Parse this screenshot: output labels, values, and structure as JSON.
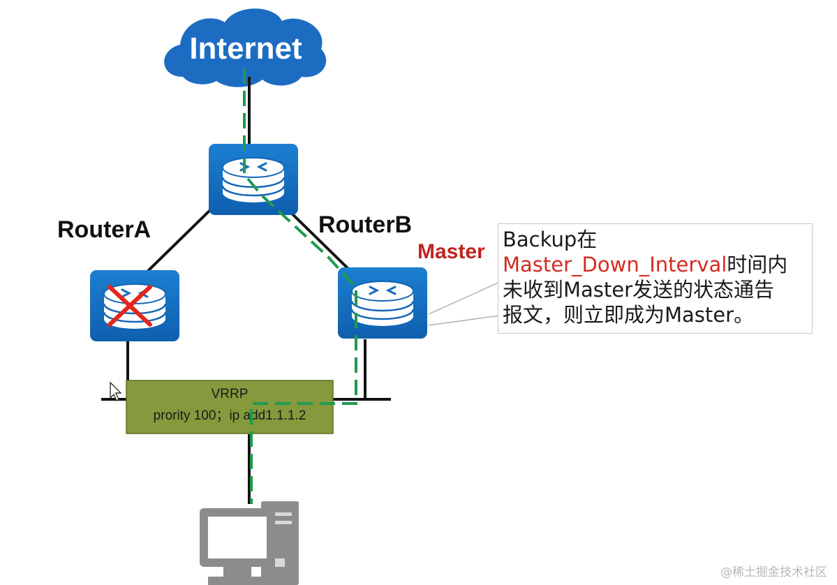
{
  "internet": {
    "label": "Internet",
    "color": "#1a6bbf"
  },
  "routers": {
    "a": {
      "label": "RouterA",
      "state": "failed"
    },
    "b": {
      "label": "RouterB",
      "role": "Master"
    }
  },
  "vrrp_box": {
    "title": "VRRP",
    "detail": "prority 100；ip add1.1.1.2",
    "color": "#849a3c"
  },
  "callout": {
    "line1": "Backup在",
    "line2_highlight": "Master_Down_Interval",
    "line2_rest": "时间内",
    "line3": "未收到Master发送的状态通告",
    "line4": "报文，则立即成为Master。",
    "highlight_color": "#d42a22"
  },
  "icons": [
    "cloud-icon",
    "router-icon",
    "failure-x-icon",
    "pc-icon",
    "cursor-icon"
  ],
  "path_color": "#1f9a4e",
  "watermark": "@稀土掘金技术社区"
}
